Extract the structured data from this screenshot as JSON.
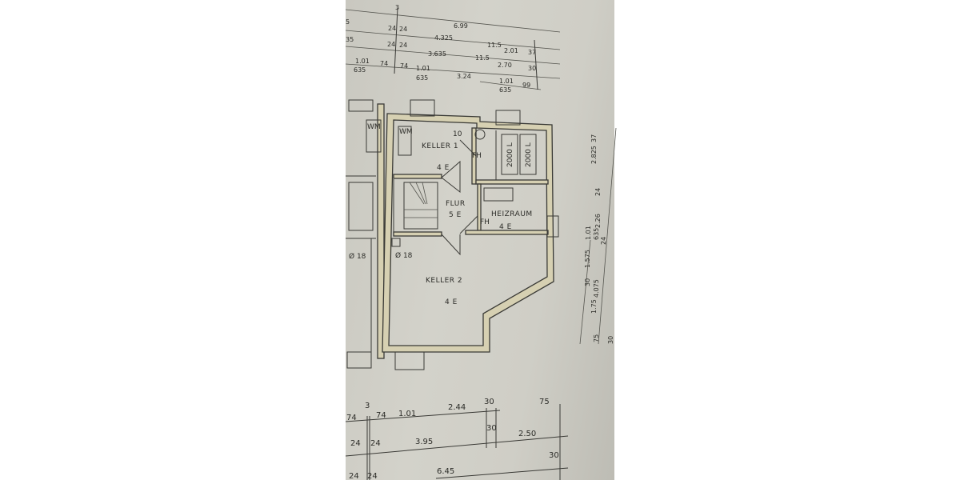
{
  "rooms": {
    "keller1": {
      "name": "KELLER 1",
      "units": "4 E",
      "number": "10",
      "fh": "FH",
      "wm": "WM"
    },
    "tanks": [
      "2000 L",
      "2000 L"
    ],
    "flur": {
      "name": "FLUR",
      "units": "5 E"
    },
    "heizraum": {
      "name": "HEIZRAUM",
      "units": "4 E",
      "fh": "FH"
    },
    "keller2": {
      "name": "KELLER 2",
      "units": "4 E",
      "chimney": "Ø 18"
    },
    "neighbor": {
      "chimney": "Ø 18",
      "wm": "WM"
    }
  },
  "dims": {
    "top": [
      "3",
      "5",
      "6.99",
      "24",
      "24",
      "4.325",
      "35",
      "24",
      "24",
      "3.635",
      "11.5",
      "2.01",
      "37",
      "1.01",
      "635",
      "74",
      "74",
      "1.01",
      "635",
      "3.24",
      "11.5",
      "2.70",
      "30",
      "1.01",
      "635",
      "99"
    ],
    "right": [
      "37",
      "2.825",
      "24",
      "2.26",
      "24",
      "1.01",
      "635",
      "1.575",
      "30",
      "4.075",
      "1.75",
      "75",
      "30"
    ],
    "bottom": [
      "3",
      "74",
      "74",
      "1.01",
      "2.44",
      "30",
      "75",
      "24",
      "24",
      "3.95",
      "30",
      "2.50",
      "30",
      "24",
      "24",
      "6.45"
    ]
  }
}
